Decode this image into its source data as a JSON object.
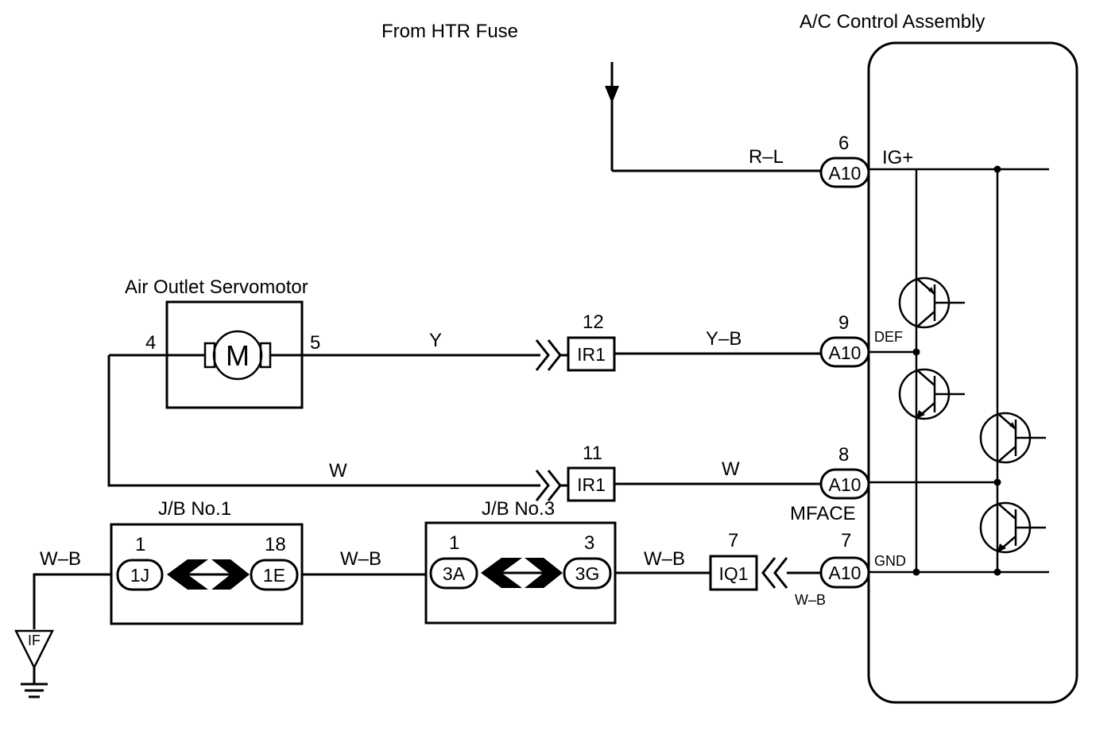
{
  "title_fuse": "From HTR Fuse",
  "title_assembly": "A/C Control Assembly",
  "components": {
    "servomotor": {
      "name": "Air Outlet Servomotor",
      "symbol": "M",
      "pin_left": "4",
      "pin_right": "5"
    },
    "jb1": {
      "name": "J/B No.1",
      "left": {
        "pin": "1",
        "code": "1J"
      },
      "right": {
        "pin": "18",
        "code": "1E"
      }
    },
    "jb3": {
      "name": "J/B No.3",
      "left": {
        "pin": "1",
        "code": "3A"
      },
      "right": {
        "pin": "3",
        "code": "3G"
      }
    },
    "ground_point": "IF"
  },
  "connectors": {
    "a10_ig": {
      "pin": "6",
      "code": "A10"
    },
    "a10_def": {
      "pin": "9",
      "code": "A10"
    },
    "a10_mface": {
      "pin": "8",
      "code": "A10"
    },
    "a10_gnd": {
      "pin": "7",
      "code": "A10"
    },
    "ir1_top": {
      "pin": "12",
      "code": "IR1"
    },
    "ir1_bottom": {
      "pin": "11",
      "code": "IR1"
    },
    "iq1": {
      "pin": "7",
      "code": "IQ1"
    }
  },
  "terminals": {
    "ig": "IG+",
    "def": "DEF",
    "mface": "MFACE",
    "gnd": "GND"
  },
  "wires": {
    "r_l": "R–L",
    "y": "Y",
    "y_b": "Y–B",
    "w_left": "W",
    "w_right": "W",
    "wb_ground": "W–B",
    "wb_jb": "W–B",
    "wb_iq1": "W–B",
    "wb_a10": "W–B"
  }
}
